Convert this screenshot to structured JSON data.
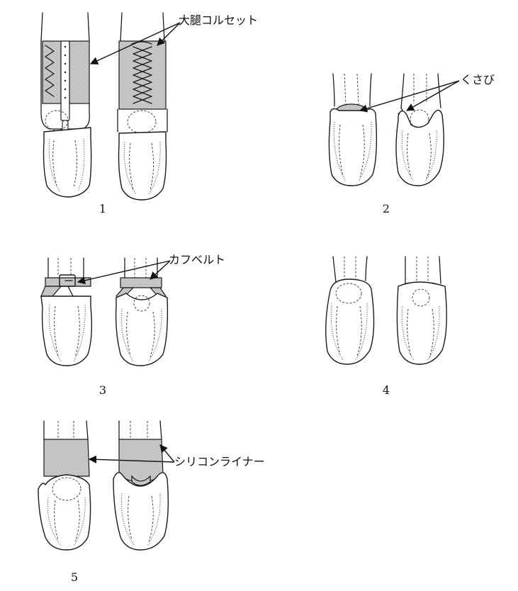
{
  "labels": {
    "thigh_corset": "大腿コルセット",
    "wedge": "くさび",
    "cuff_belt": "カフベルト",
    "silicone_liner": "シリコンライナー"
  },
  "figure_numbers": [
    "1",
    "2",
    "3",
    "4",
    "5"
  ]
}
